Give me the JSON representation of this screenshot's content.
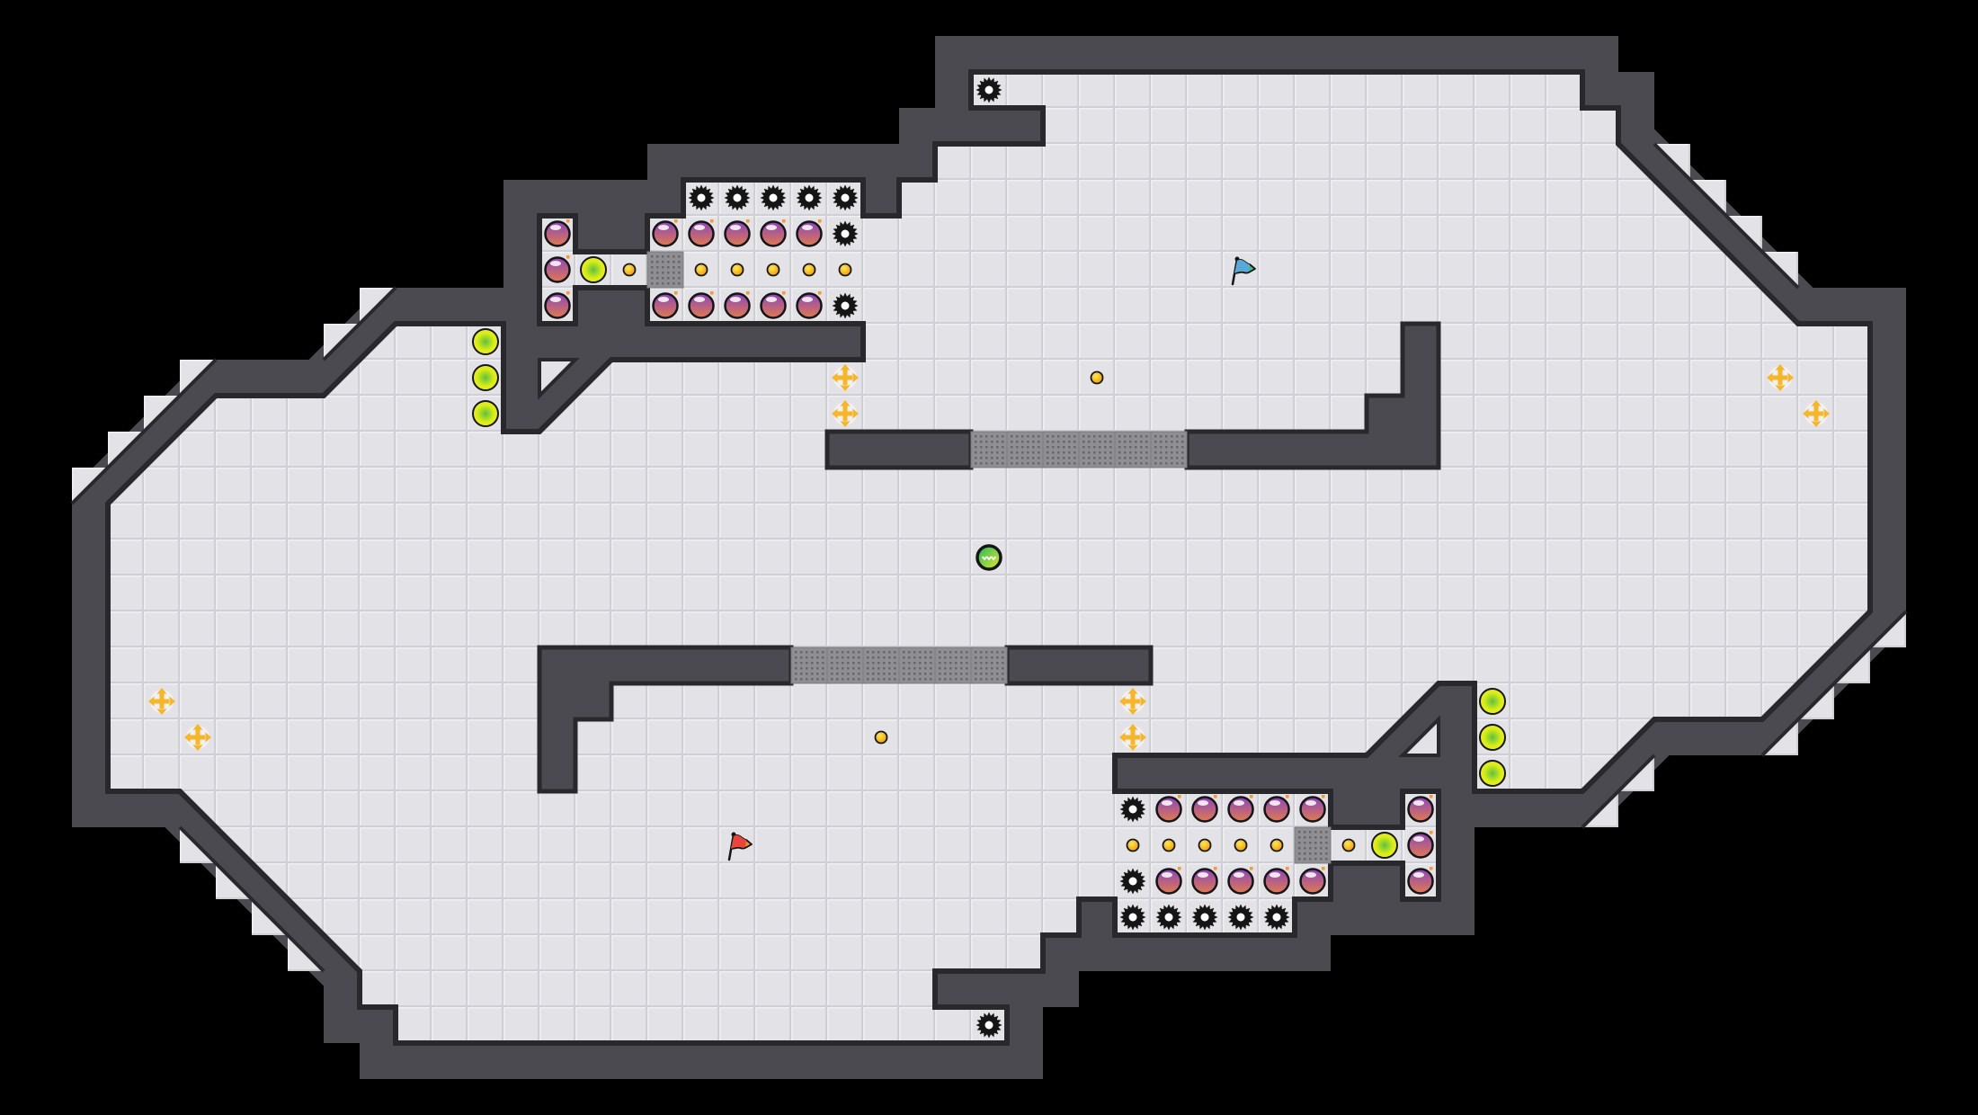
{
  "palette": {
    "background": "#000000",
    "wall": "#4b4a50",
    "wall_edge": "#29282d",
    "floor": "#e3e2e7",
    "floor_light": "#efeff2",
    "floor_shadow": "#cfced4",
    "grate": "#8e8e93",
    "grate_dot": "#66666b"
  },
  "player": {
    "icon": "green-ball-icon",
    "color_a": "#3fbf5a",
    "color_b": "#e4e82a"
  },
  "flags": [
    {
      "team": "blue",
      "icon": "blue-flag-icon",
      "color": "#5aa8d8",
      "tail": "#3fbf7f"
    },
    {
      "team": "red",
      "icon": "red-flag-icon",
      "color": "#e8453c",
      "tail": "#f08a2a"
    }
  ],
  "entities": {
    "spike": {
      "icon": "spike-gear-icon",
      "color": "#151515"
    },
    "bomb": {
      "icon": "bomb-icon",
      "color_top": "#8c47b8",
      "color_bottom": "#e07a52",
      "fuse": "#f59a2a"
    },
    "powerup": {
      "icon": "yellow-ball-icon",
      "color_center": "#5cc23a",
      "color_edge": "#eef21a"
    },
    "coin": {
      "icon": "coin-icon",
      "color_center": "#ffe36a",
      "color_edge": "#f0a800"
    },
    "grate": {
      "icon": "grate-tile"
    },
    "boost": {
      "icon": "move-arrows-icon",
      "color": "#f7b52a"
    }
  }
}
